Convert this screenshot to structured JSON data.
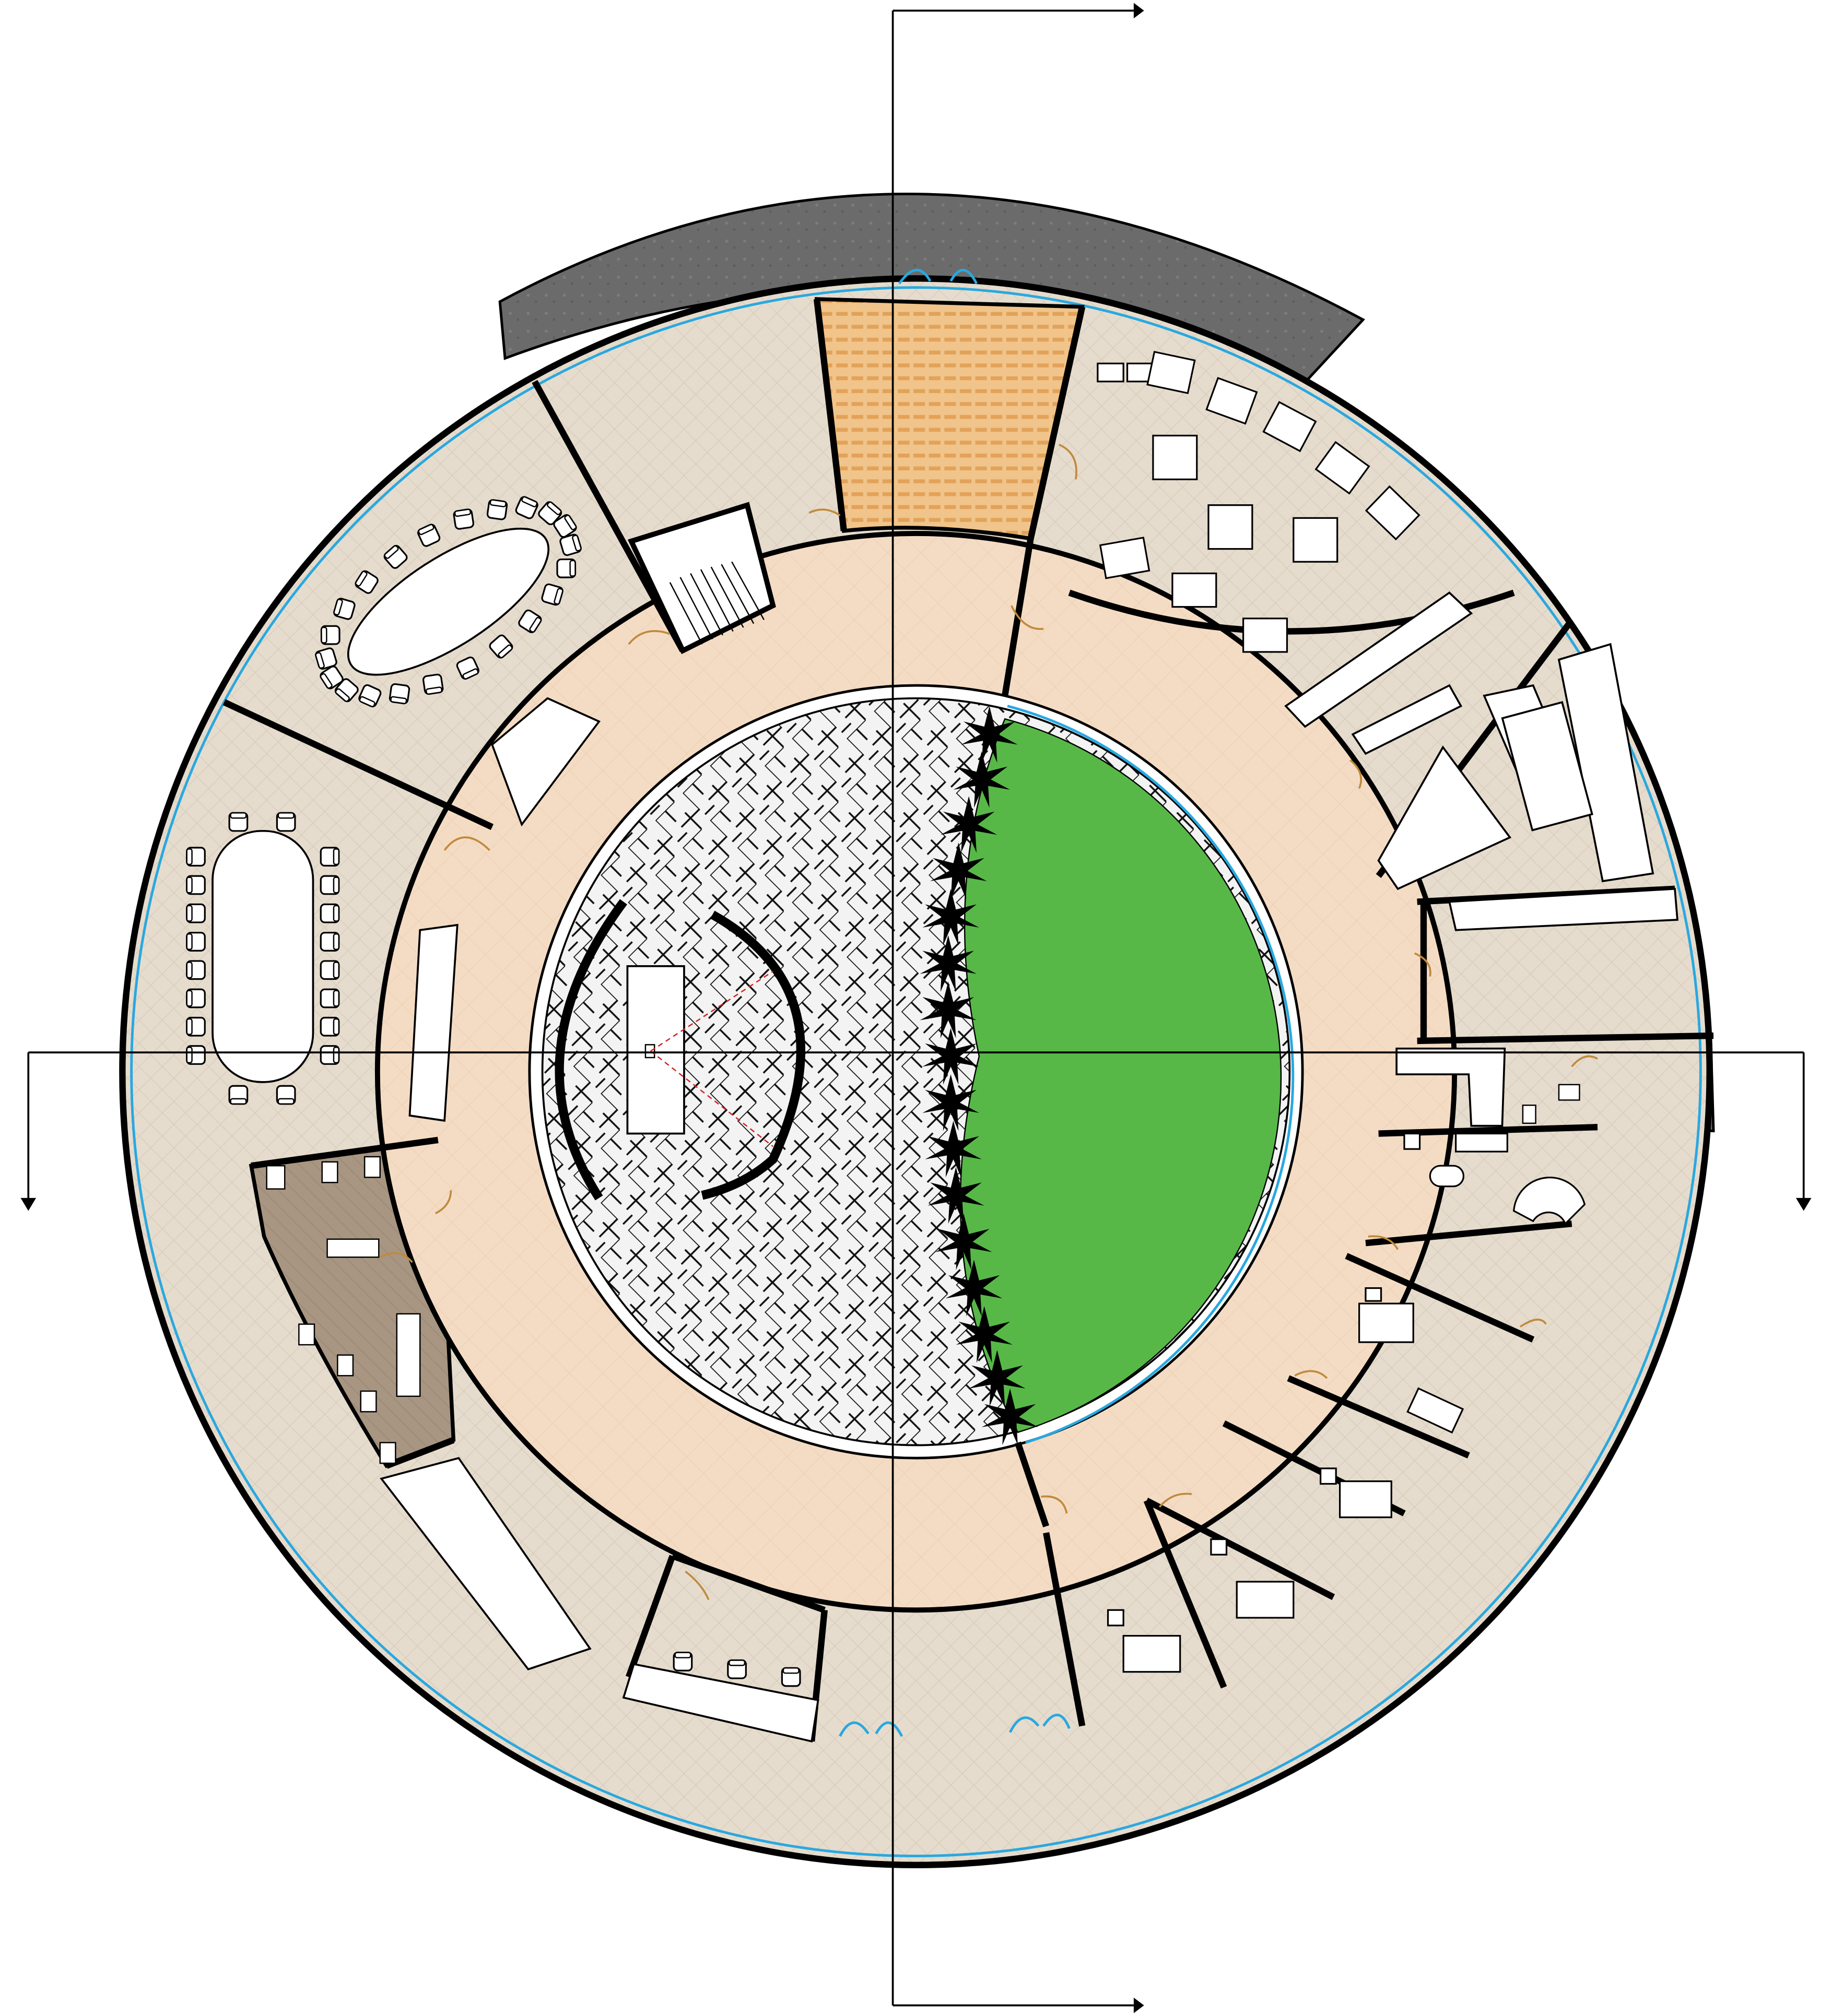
{
  "drawing": {
    "type": "architectural-floor-plan",
    "shape": "circular",
    "sheet_background": "#ffffff"
  },
  "colors": {
    "corridor_floor": "#f4dcc4",
    "room_floor": "#e6dccd",
    "toilet_floor": "#a89683",
    "courtyard_paving": "#f3f3f3",
    "lawn": "#57b848",
    "exterior_terrace": "#6b6b6b",
    "auditorium_seating": "#f0c48a",
    "brick_terrace": "#c8743c",
    "glazing": "#29a8e0",
    "wall": "#000000",
    "door_swing": "#c08a3c",
    "sightline": "#d42020"
  },
  "section_markers": [
    {
      "id": "vertical-section",
      "orientation": "vertical",
      "arrows": "right"
    },
    {
      "id": "horizontal-section",
      "orientation": "horizontal",
      "arrows": "down"
    }
  ],
  "rooms": [
    {
      "id": "auditorium",
      "kind": "seating"
    },
    {
      "id": "meeting-room-large",
      "kind": "conference"
    },
    {
      "id": "meeting-room-west",
      "kind": "conference"
    },
    {
      "id": "stair",
      "kind": "stair"
    },
    {
      "id": "north-hall",
      "kind": "open-room"
    },
    {
      "id": "workshop-north-east",
      "kind": "office"
    },
    {
      "id": "east-office-l",
      "kind": "office"
    },
    {
      "id": "east-office-south",
      "kind": "office"
    },
    {
      "id": "toilets",
      "kind": "wc"
    },
    {
      "id": "south-waiting",
      "kind": "lounge"
    },
    {
      "id": "office-row",
      "kind": "office"
    },
    {
      "id": "central-courtyard",
      "kind": "courtyard"
    },
    {
      "id": "lawn",
      "kind": "garden"
    }
  ],
  "icons": [
    "palm-tree-icon",
    "chair-icon",
    "door-swing-icon",
    "arrow-icon"
  ]
}
